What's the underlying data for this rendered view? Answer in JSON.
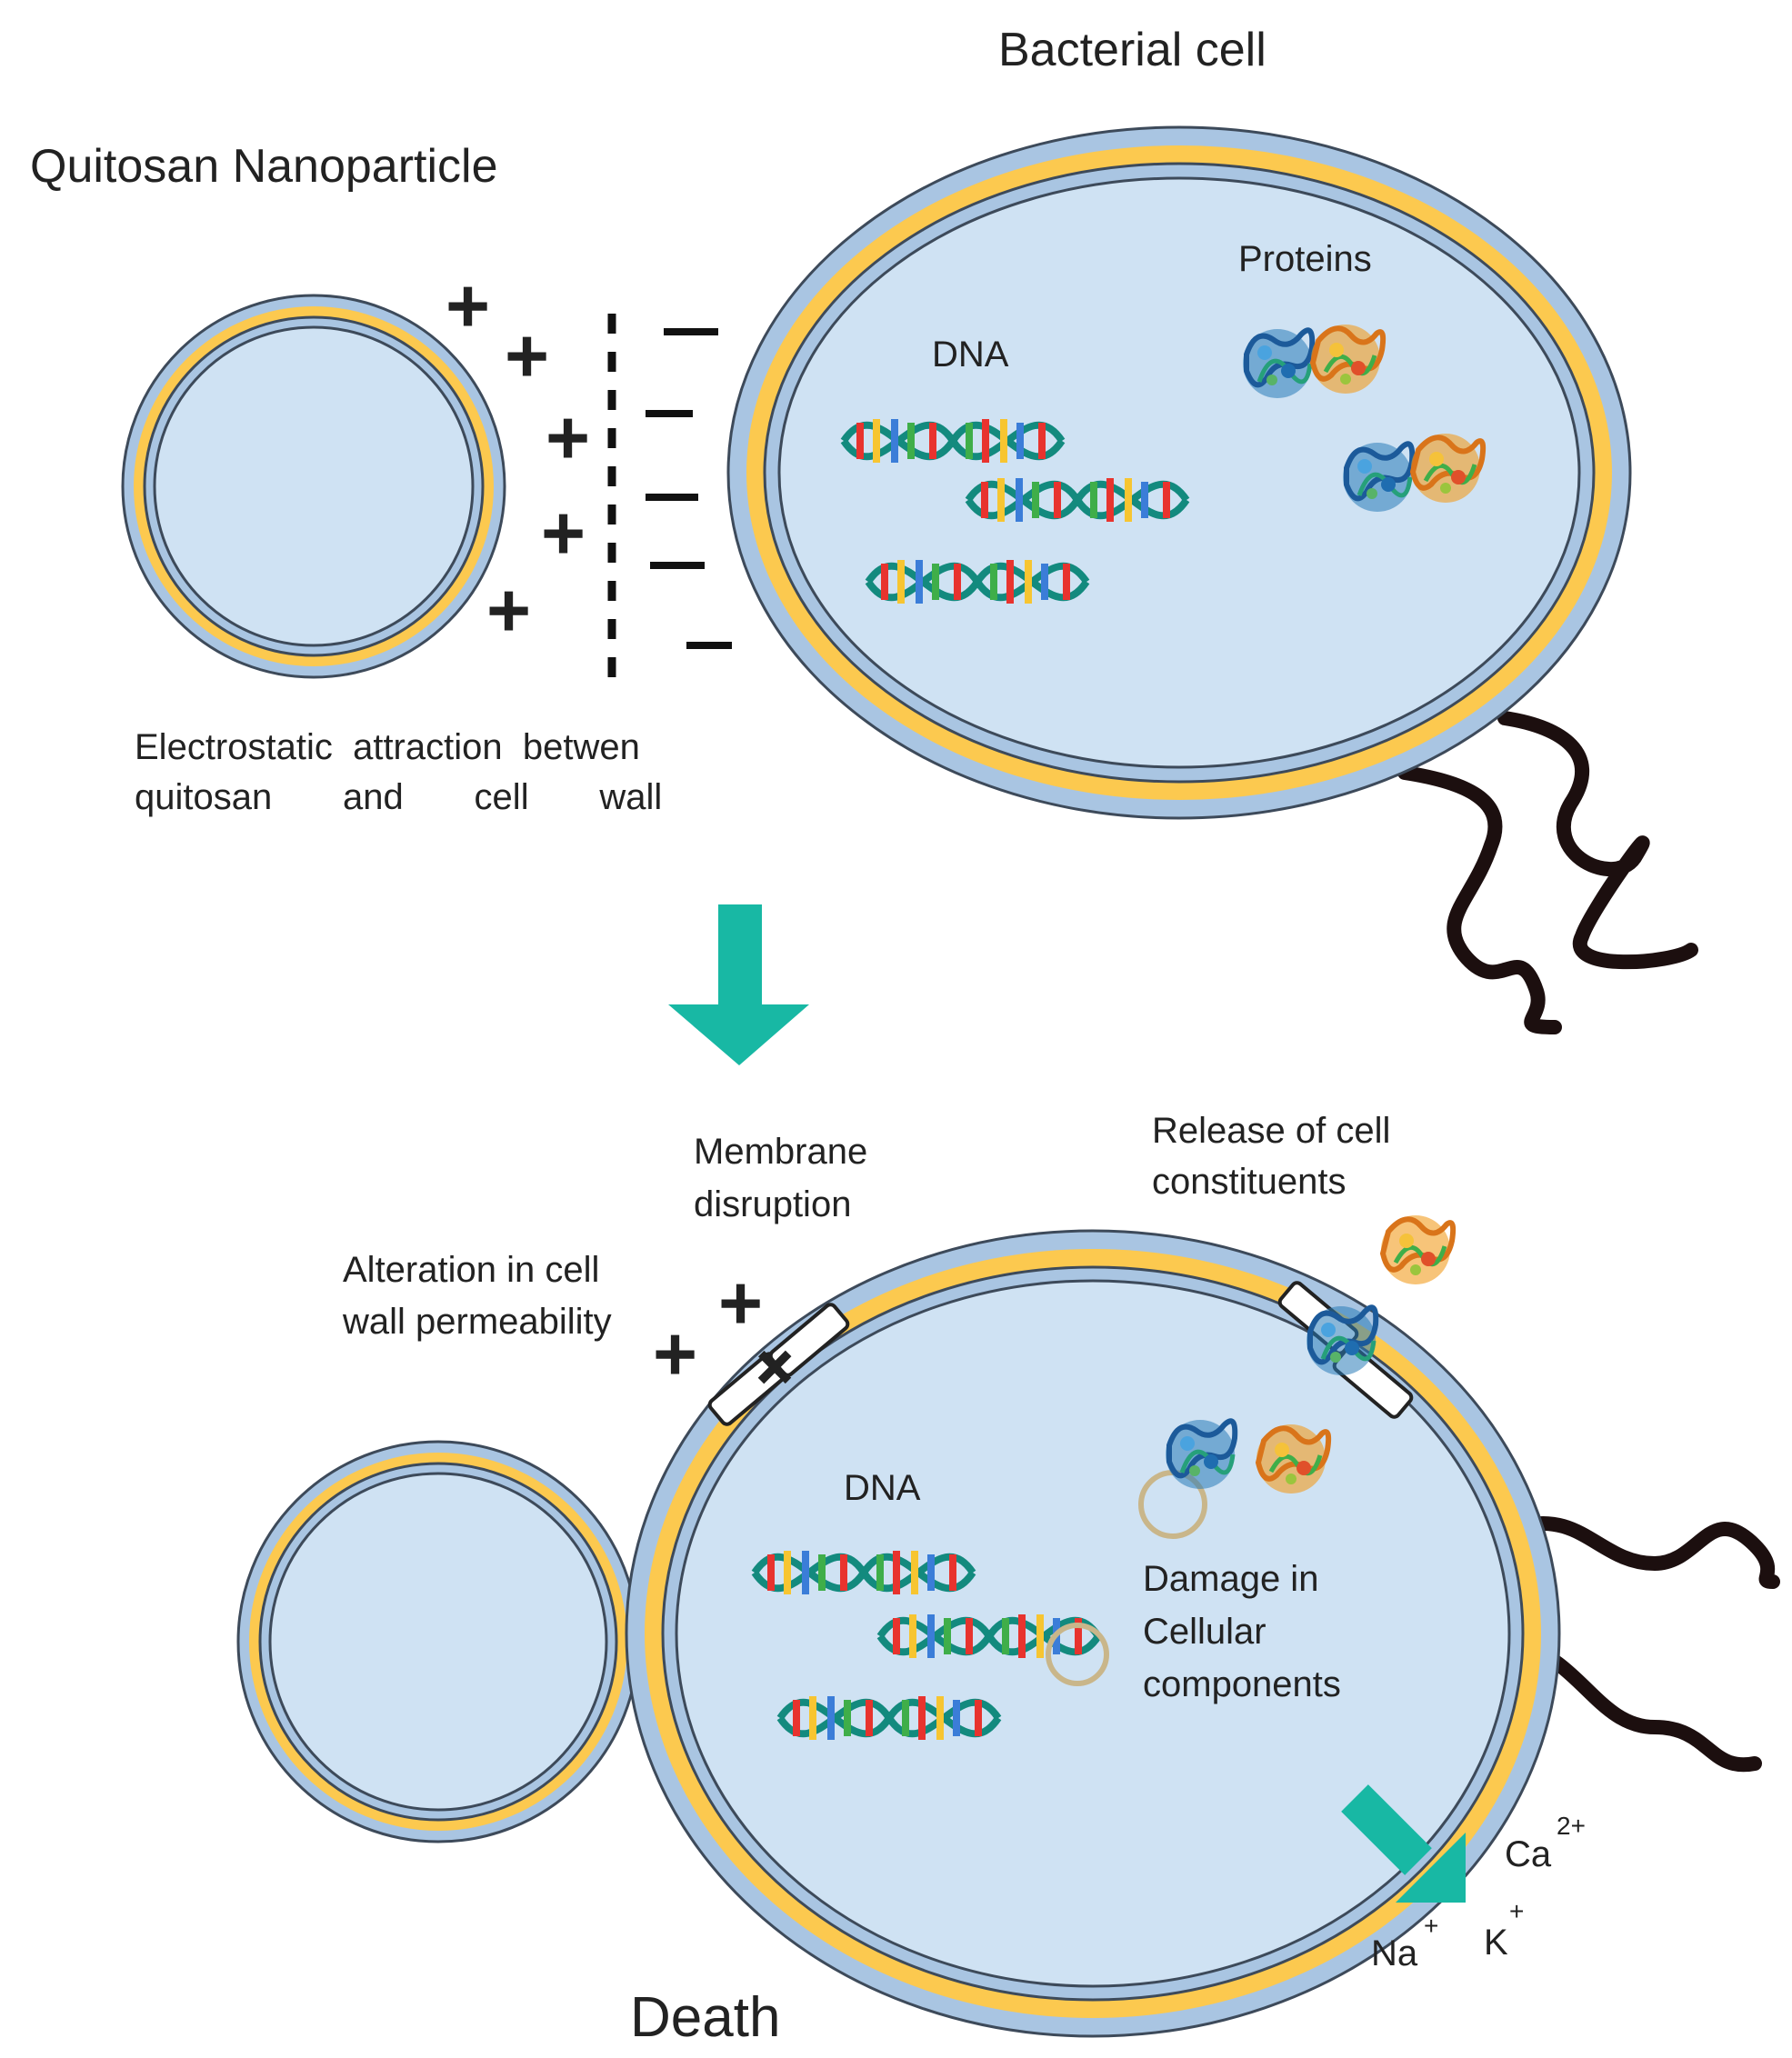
{
  "labels": {
    "nanoparticle_title": "Quitosan Nanoparticle",
    "bacterial_cell_title": "Bacterial cell",
    "dna_top": "DNA",
    "proteins": "Proteins",
    "attraction_line1": "Electrostatic  attraction  betwen",
    "attraction_line2": "quitosan       and       cell       wall",
    "membrane_line1": "Membrane",
    "membrane_line2": "disruption",
    "release_line1": "Release of cell",
    "release_line2": "constituents",
    "alteration_line1": "Alteration in cell",
    "alteration_line2": "wall permeability",
    "dna_bottom": "DNA",
    "damage_line1": "Damage in",
    "damage_line2": "Cellular",
    "damage_line3": "components",
    "death": "Death"
  },
  "ions": {
    "ca": "Ca",
    "ca_charge": "2+",
    "na": "Na",
    "na_charge": "+",
    "k": "K",
    "k_charge": "+"
  },
  "charges": {
    "positive": "+",
    "negative": "−"
  },
  "colors": {
    "membrane_blue": "#a9c5e2",
    "membrane_outline": "#3d4a5a",
    "cell_wall_yellow": "#fcc94f",
    "cytoplasm": "#cfe2f3",
    "arrow_teal": "#18b8a4",
    "flagella": "#1c0f0f",
    "dna_backbone": "#138a7e"
  }
}
